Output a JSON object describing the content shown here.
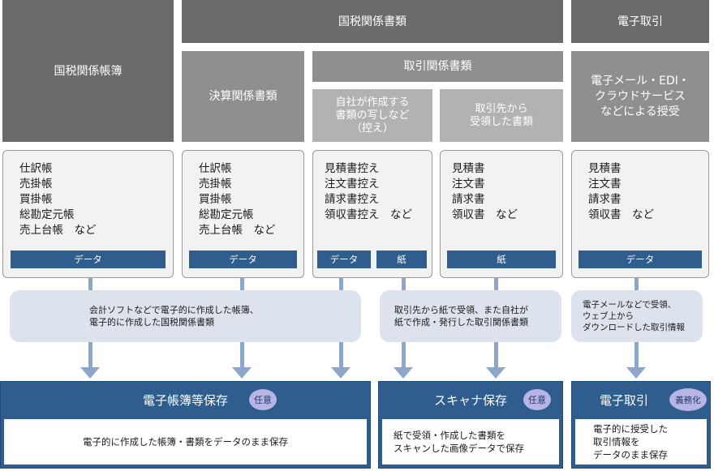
{
  "headers": {
    "kokuzei_choubo": "国税関係帳簿",
    "kokuzei_shorui": "国税関係書類",
    "denshi_torihiki": "電子取引",
    "kessan_shorui": "決算関係書類",
    "torihiki_shorui": "取引関係書類",
    "jisha_lines": [
      "自社が作成する",
      "書類の写しなど",
      "（控え）"
    ],
    "aite_lines": [
      "取引先から",
      "受領した書類"
    ],
    "denshi_desc_lines": [
      "電子メール・EDI・",
      "クラウドサービス",
      "などによる授受"
    ]
  },
  "cards": {
    "choubo": [
      "仕訳帳",
      "売掛帳",
      "買掛帳",
      "総勘定元帳",
      "売上台帳　など"
    ],
    "kessan": [
      "仕訳帳",
      "売掛帳",
      "買掛帳",
      "総勘定元帳",
      "売上台帳　など"
    ],
    "jisha": [
      "見積書控え",
      "注文書控え",
      "請求書控え",
      "領収書控え　など"
    ],
    "aite": [
      "見積書",
      "注文書",
      "請求書",
      "領収書　など"
    ],
    "denshi": [
      "見積書",
      "注文書",
      "請求書",
      "領収書　など"
    ]
  },
  "tags": {
    "data": "データ",
    "paper": "紙"
  },
  "notes": {
    "left": [
      "会計ソフトなどで電子的に作成した帳簿、",
      "電子的に作成した国税関係書類"
    ],
    "middle": [
      "取引先から紙で受領、また自社が",
      "紙で作成・発行した取引関係書類"
    ],
    "right": [
      "電子メールなどで受領、",
      "ウェブ上から",
      "ダウンロードした取引情報"
    ]
  },
  "results": {
    "choubo": {
      "title": "電子帳簿等保存",
      "badge": "任意",
      "desc": [
        "電子的に作成した帳簿・書類をデータのまま保存"
      ]
    },
    "scanner": {
      "title": "スキャナ保存",
      "badge": "任意",
      "desc": [
        "紙で受領・作成した書類を",
        "スキャンした画像データで保存"
      ]
    },
    "denshi": {
      "title": "電子取引",
      "badge": "義務化",
      "desc": [
        "電子的に授受した",
        "取引情報を",
        "データのまま保存"
      ]
    }
  },
  "colors": {
    "header_dark": "#6b6b6b",
    "header_mid": "#8f8f8f",
    "header_light": "#b2b2b2",
    "accent_blue": "#2f5d8e",
    "arrow": "#8fa6cb",
    "note_bg": "#dde3ec",
    "badge_bg": "#b7b4e6"
  }
}
